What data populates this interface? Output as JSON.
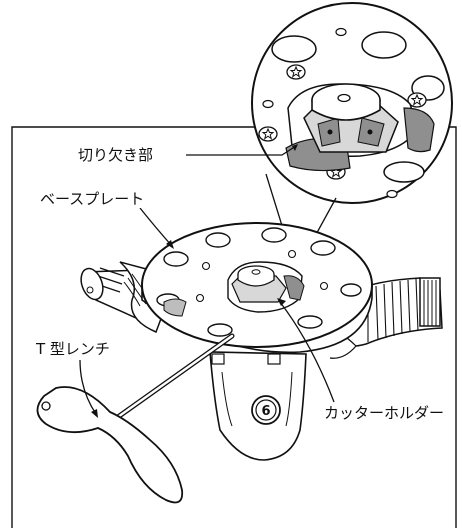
{
  "labels": {
    "notch": "切り欠き部",
    "base_plate": "ベースプレート",
    "t_wrench": "T 型レンチ",
    "cutter_holder": "カッターホルダー"
  },
  "badge_number": "6",
  "colors": {
    "ink": "#111111",
    "shade": "#8f8f8f",
    "shade_light": "#bdbdbd",
    "background": "#ffffff"
  }
}
